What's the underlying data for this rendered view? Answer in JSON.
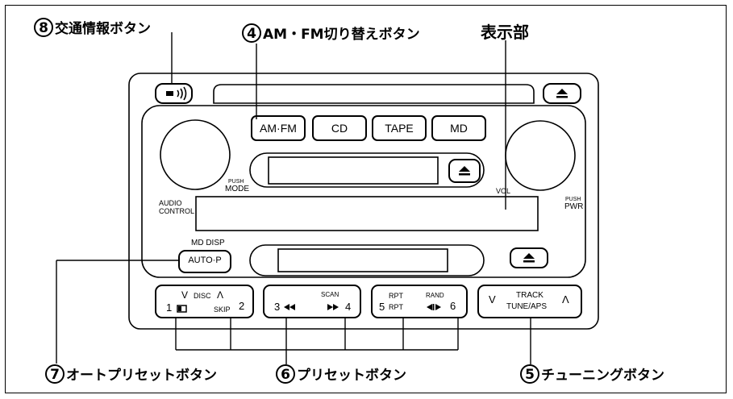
{
  "callouts": {
    "traffic": {
      "num": "8",
      "text": "交通情報ボタン"
    },
    "amfm": {
      "num": "4",
      "text": "AM・FM切り替えボタン"
    },
    "display": {
      "text": "表示部"
    },
    "autop": {
      "num": "7",
      "text": "オートプリセットボタン"
    },
    "preset": {
      "num": "6",
      "text": "プリセットボタン"
    },
    "tuning": {
      "num": "5",
      "text": "チューニングボタン"
    }
  },
  "panel": {
    "source_buttons": [
      "AM·FM",
      "CD",
      "TAPE",
      "MD"
    ],
    "push_mode_small": "PUSH",
    "push_mode": "MODE",
    "vol": "VOL",
    "push_pwr_small": "PUSH",
    "pwr": "PWR",
    "audio": "AUDIO",
    "control": "CONTROL",
    "md_disp": "MD DISP",
    "auto_p": "AUTO·P",
    "b12": {
      "n1": "1",
      "v": "V",
      "disc": "DISC",
      "caret": "Λ",
      "n2": "2",
      "skip": "SKIP"
    },
    "b34": {
      "n3": "3",
      "scan": "SCAN",
      "n4": "4"
    },
    "b56": {
      "n5": "5",
      "rpt_top": "RPT",
      "rpt_bot": "RPT",
      "rand": "RAND",
      "n6": "6"
    },
    "track": {
      "v": "V",
      "track": "TRACK",
      "tune": "TUNE/APS",
      "caret": "Λ"
    }
  }
}
